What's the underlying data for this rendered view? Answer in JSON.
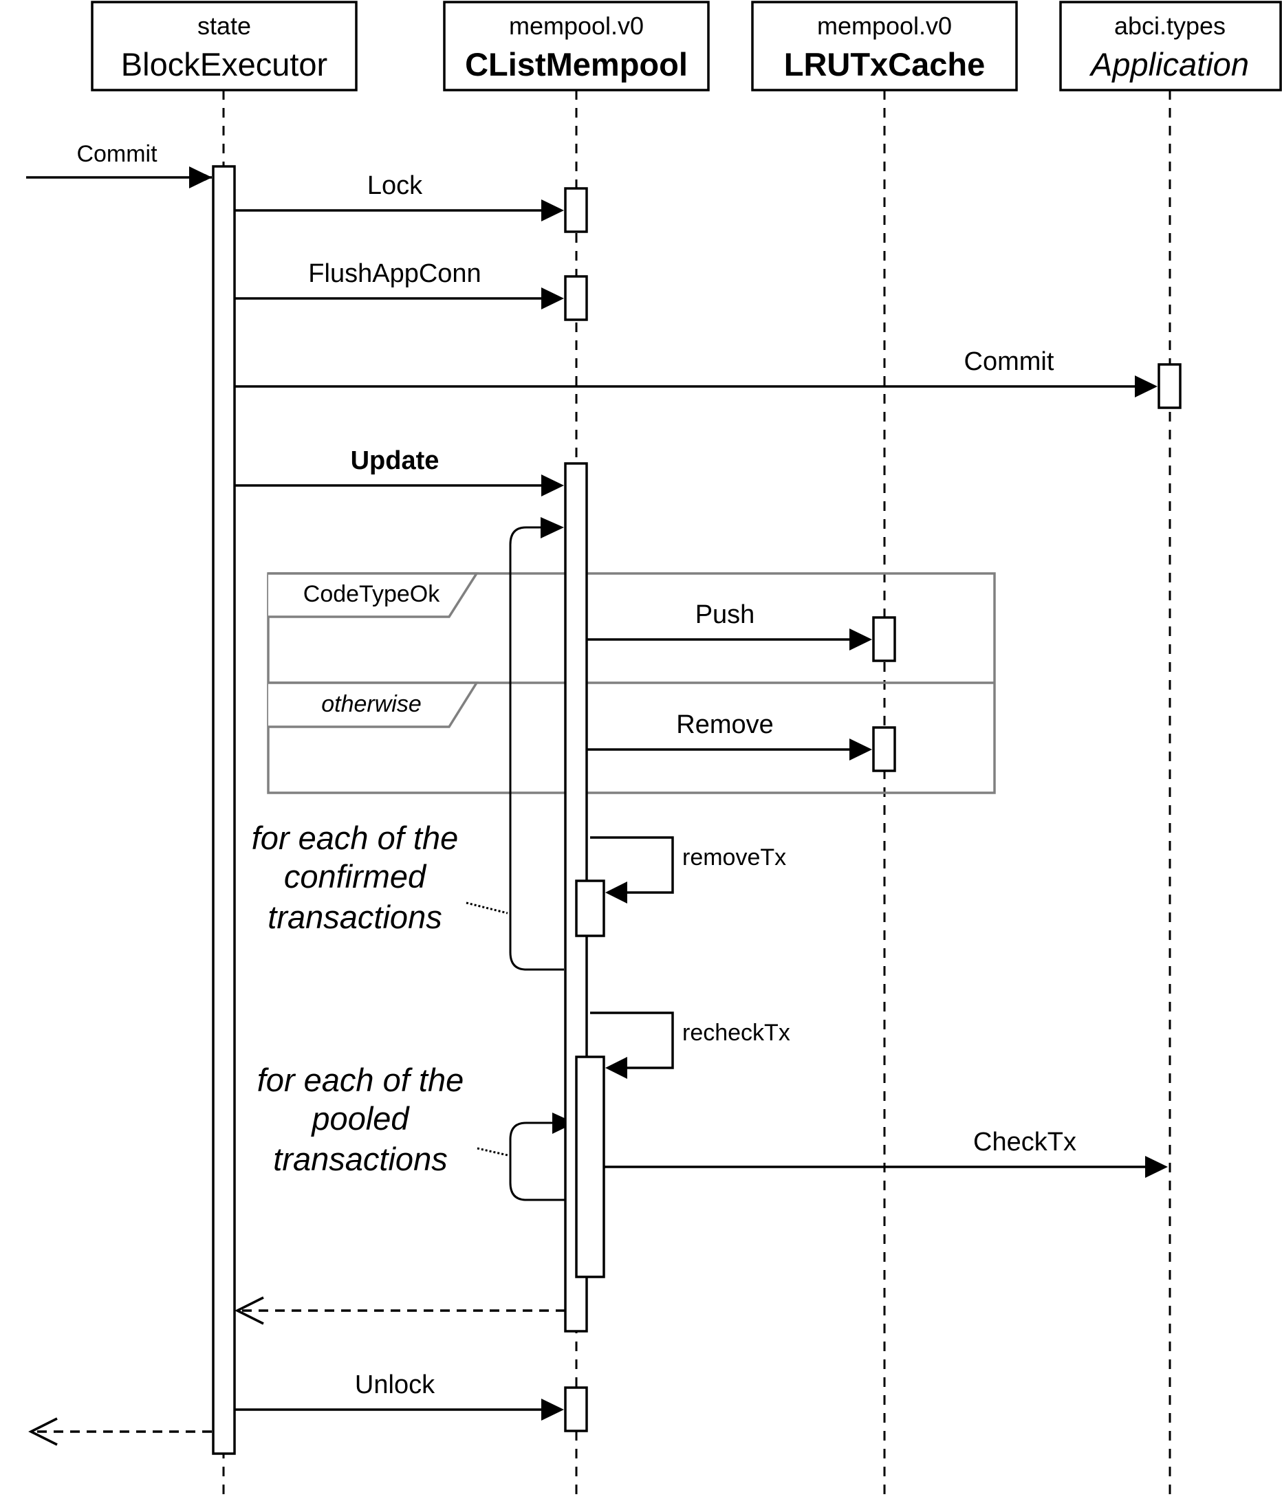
{
  "participants": [
    {
      "package": "state",
      "name": "BlockExecutor",
      "style": "normal"
    },
    {
      "package": "mempool.v0",
      "name": "CListMempool",
      "style": "bold"
    },
    {
      "package": "mempool.v0",
      "name": "LRUTxCache",
      "style": "bold"
    },
    {
      "package": "abci.types",
      "name": "Application",
      "style": "italic"
    }
  ],
  "messages": {
    "incoming_commit": "Commit",
    "lock": "Lock",
    "flush_app_conn": "FlushAppConn",
    "app_commit": "Commit",
    "update": "Update",
    "push": "Push",
    "remove": "Remove",
    "remove_tx": "removeTx",
    "recheck_tx": "recheckTx",
    "check_tx": "CheckTx",
    "unlock": "Unlock"
  },
  "fragment": {
    "case1": "CodeTypeOk",
    "case2": "otherwise"
  },
  "notes": {
    "confirmed": [
      "for each of the",
      "confirmed",
      "transactions"
    ],
    "pooled": [
      "for each of the",
      "pooled",
      "transactions"
    ]
  },
  "colors": {
    "line": "#000000",
    "fragment_border": "#808080",
    "background": "#ffffff"
  }
}
